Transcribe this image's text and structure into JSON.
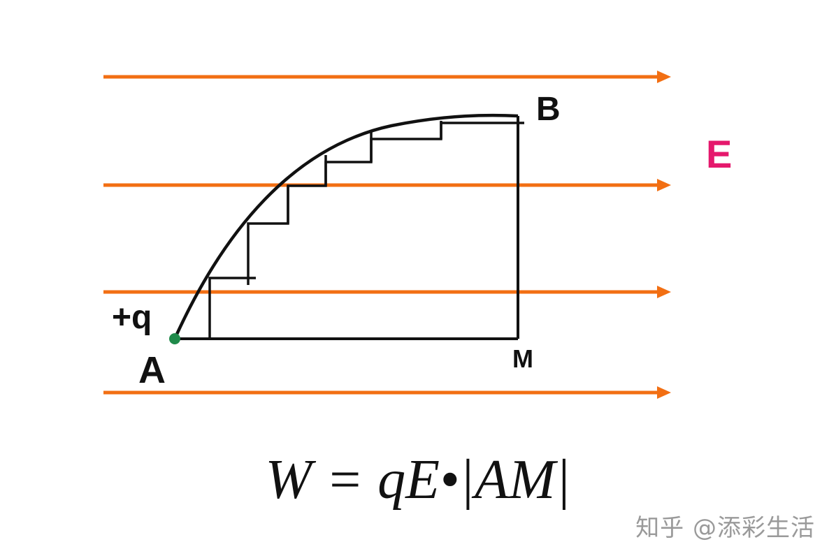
{
  "labels": {
    "field": "E",
    "point_a": "A",
    "point_b": "B",
    "point_m": "M",
    "charge": "+q"
  },
  "formula": "W = qE•|AM|",
  "watermark": "知乎 @添彩生活",
  "colors": {
    "field_lines": "#f26f13",
    "field_label": "#e5196d",
    "path": "#111111",
    "charge_dot": "#1f8a4a",
    "watermark": "#9a9a9a"
  }
}
